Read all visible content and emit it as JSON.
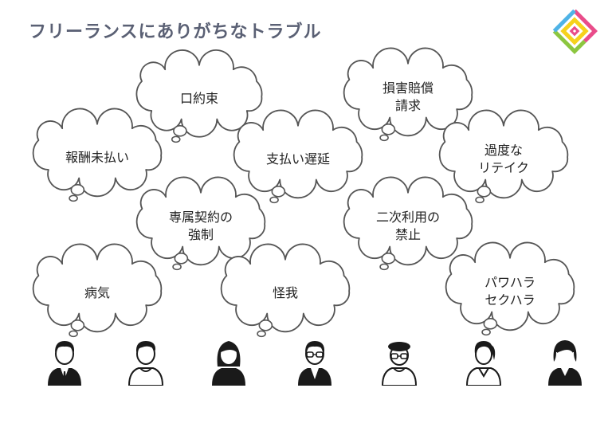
{
  "title": "フリーランスにありがちなトラブル",
  "clouds": [
    {
      "id": "c1",
      "lines": [
        "口約束"
      ]
    },
    {
      "id": "c2",
      "lines": [
        "損害賠償",
        "請求"
      ]
    },
    {
      "id": "c3",
      "lines": [
        "報酬未払い"
      ]
    },
    {
      "id": "c4",
      "lines": [
        "支払い遅延"
      ]
    },
    {
      "id": "c5",
      "lines": [
        "過度な",
        "リテイク"
      ]
    },
    {
      "id": "c6",
      "lines": [
        "専属契約の",
        "強制"
      ]
    },
    {
      "id": "c7",
      "lines": [
        "二次利用の",
        "禁止"
      ]
    },
    {
      "id": "c8",
      "lines": [
        "病気"
      ]
    },
    {
      "id": "c9",
      "lines": [
        "怪我"
      ]
    },
    {
      "id": "c10",
      "lines": [
        "パワハラ",
        "セクハラ"
      ]
    }
  ],
  "colors": {
    "title": "#5a6074",
    "cloud_stroke": "#555555",
    "person": "#1a1a1a",
    "logo_pink": "#e94c8a",
    "logo_green": "#8cc63f",
    "logo_yellow": "#f6d21c",
    "logo_blue": "#4fb3e6"
  },
  "people_icons": [
    "man-suit-icon",
    "man-casual-icon",
    "woman-long-hair-icon",
    "man-glasses-icon",
    "man-beret-glasses-icon",
    "woman-ponytail-icon",
    "woman-bob-icon"
  ]
}
